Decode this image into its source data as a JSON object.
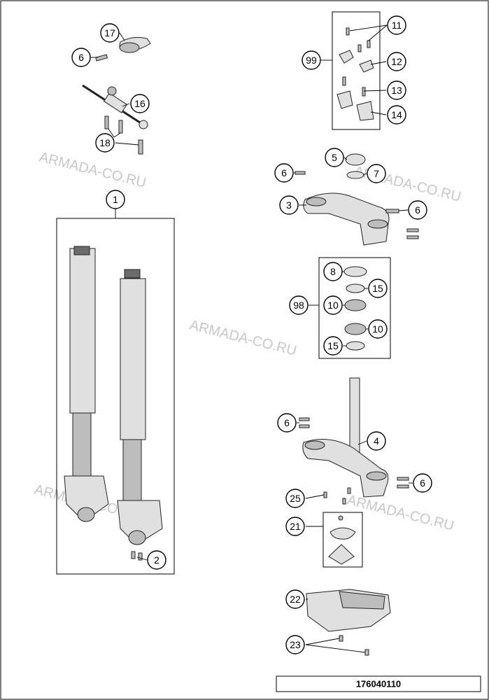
{
  "diagram_code": "176040110",
  "watermark": "ARMADA-CO.RU",
  "callouts": {
    "c1": "1",
    "c2": "2",
    "c3": "3",
    "c4": "4",
    "c5": "5",
    "c6a": "6",
    "c6b": "6",
    "c6c": "6",
    "c6d": "6",
    "c6e": "6",
    "c7": "7",
    "c8": "8",
    "c10a": "10",
    "c10b": "10",
    "c11": "11",
    "c12": "12",
    "c13": "13",
    "c14": "14",
    "c15a": "15",
    "c15b": "15",
    "c16": "16",
    "c17": "17",
    "c18": "18",
    "c21": "21",
    "c22": "22",
    "c23": "23",
    "c25": "25",
    "c98": "98",
    "c99": "99"
  }
}
